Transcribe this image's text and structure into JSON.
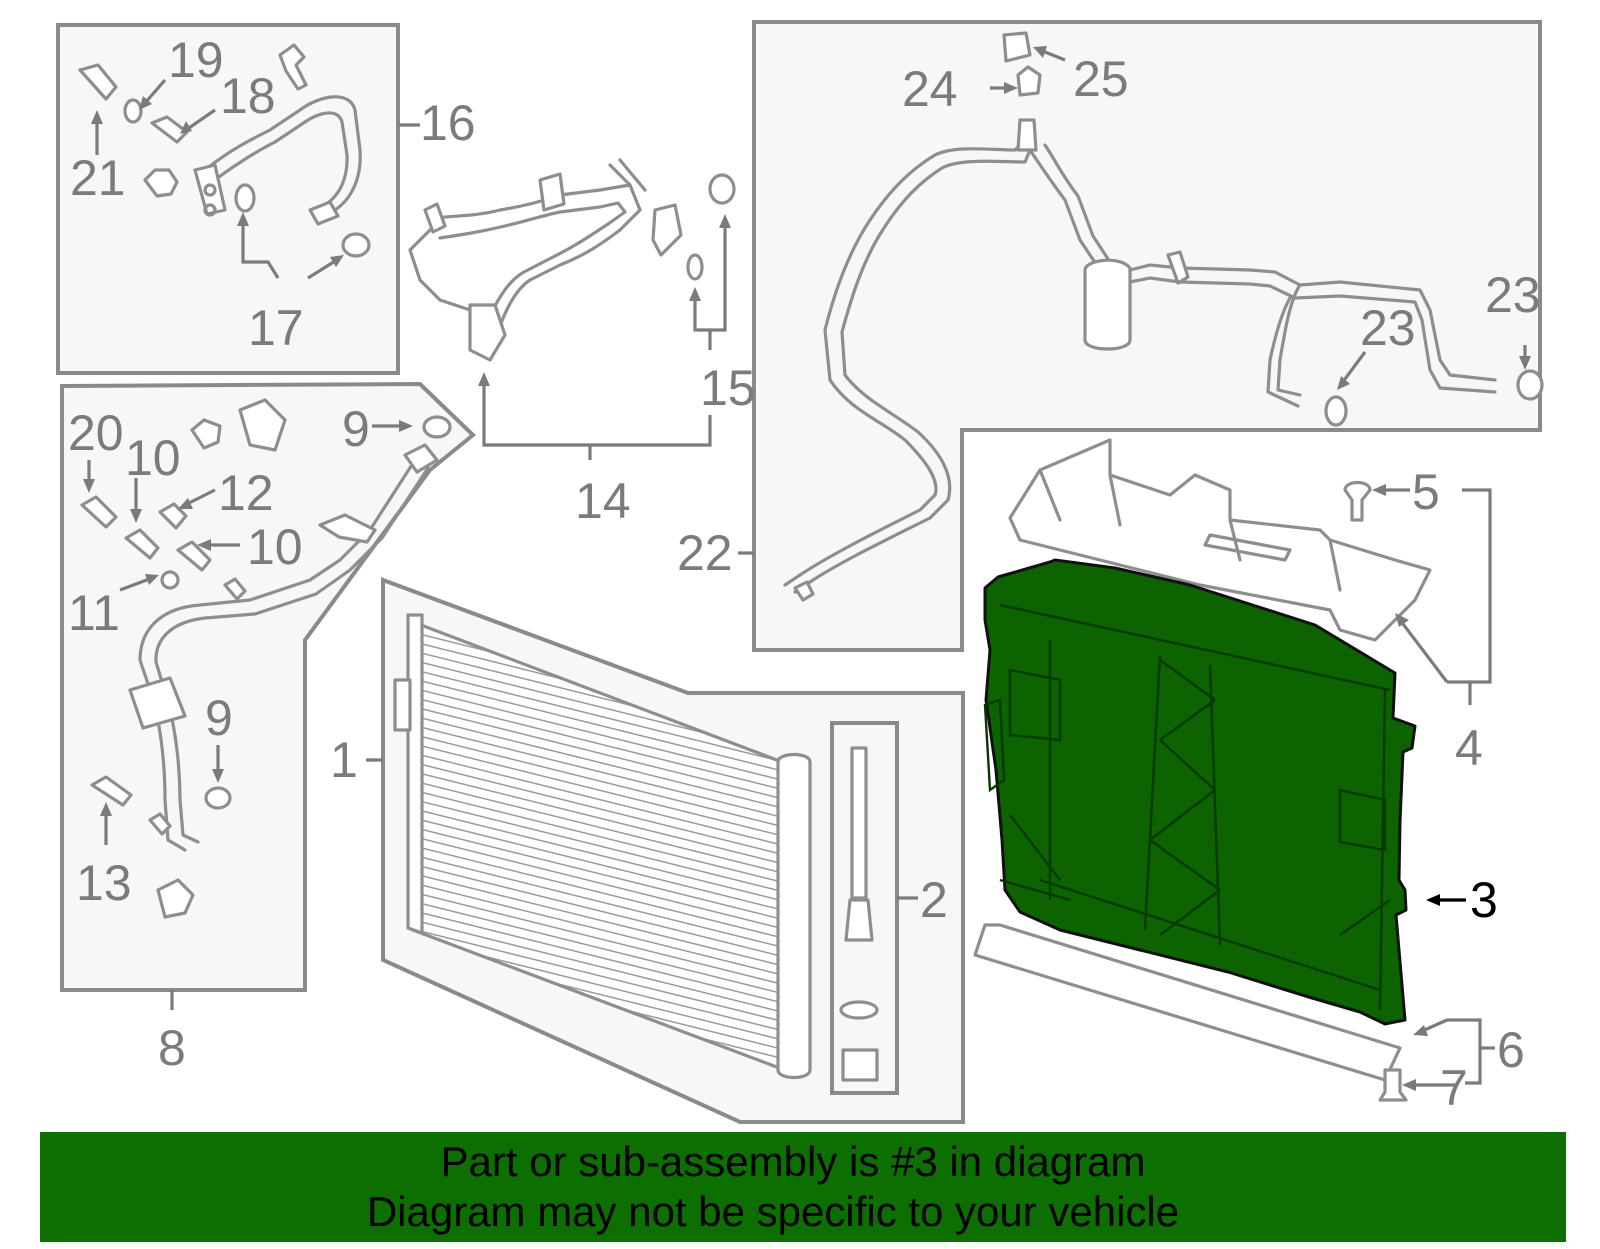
{
  "diagram": {
    "highlighted_part": "3",
    "highlight_color": "#0d6300",
    "callouts": {
      "c1": "1",
      "c2": "2",
      "c3": "3",
      "c4": "4",
      "c5": "5",
      "c6": "6",
      "c7": "7",
      "c8": "8",
      "c9a": "9",
      "c9b": "9",
      "c10a": "10",
      "c10b": "10",
      "c11": "11",
      "c12": "12",
      "c13": "13",
      "c14": "14",
      "c15": "15",
      "c16": "16",
      "c17": "17",
      "c18": "18",
      "c19": "19",
      "c20": "20",
      "c21": "21",
      "c22": "22",
      "c23a": "23",
      "c23b": "23",
      "c24": "24",
      "c25": "25"
    }
  },
  "banner": {
    "line1": "Part or sub-assembly is #3 in diagram",
    "line2": "Diagram may not be specific to your vehicle",
    "background": "#0d6f00"
  }
}
